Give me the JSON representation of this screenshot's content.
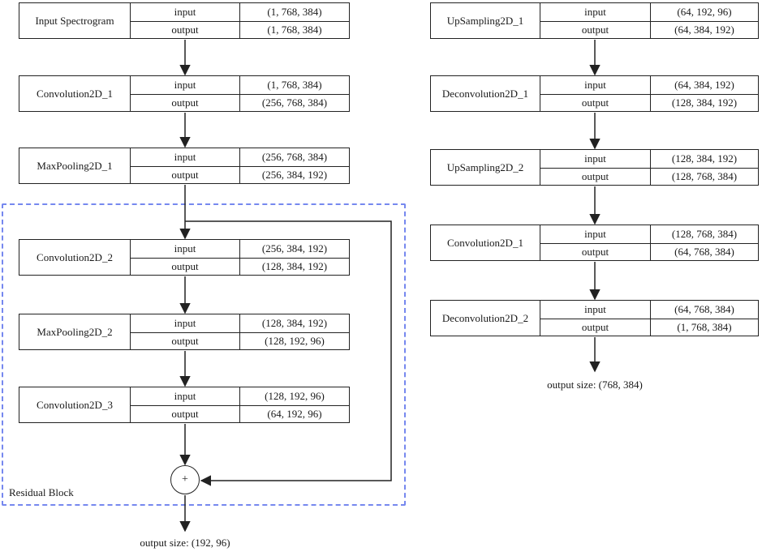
{
  "diagram": {
    "row_labels": {
      "input": "input",
      "output": "output"
    },
    "left": {
      "nodes": [
        {
          "label": "Input Spectrogram",
          "input": "(1, 768, 384)",
          "output": "(1, 768, 384)"
        },
        {
          "label": "Convolution2D_1",
          "input": "(1, 768, 384)",
          "output": "(256, 768, 384)"
        },
        {
          "label": "MaxPooling2D_1",
          "input": "(256, 768, 384)",
          "output": "(256, 384, 192)"
        },
        {
          "label": "Convolution2D_2",
          "input": "(256, 384, 192)",
          "output": "(128, 384, 192)"
        },
        {
          "label": "MaxPooling2D_2",
          "input": "(128, 384, 192)",
          "output": "(128, 192, 96)"
        },
        {
          "label": "Convolution2D_3",
          "input": "(128, 192, 96)",
          "output": "(64, 192, 96)"
        }
      ],
      "residual_block_label": "Residual Block",
      "plus_symbol": "+",
      "output_size_label": "output size: (192, 96)"
    },
    "right": {
      "nodes": [
        {
          "label": "UpSampling2D_1",
          "input": "(64, 192, 96)",
          "output": "(64, 384, 192)"
        },
        {
          "label": "Deconvolution2D_1",
          "input": "(64, 384, 192)",
          "output": "(128, 384, 192)"
        },
        {
          "label": "UpSampling2D_2",
          "input": "(128, 384, 192)",
          "output": "(128, 768, 384)"
        },
        {
          "label": "Convolution2D_1",
          "input": "(128, 768, 384)",
          "output": "(64, 768, 384)"
        },
        {
          "label": "Deconvolution2D_2",
          "input": "(64, 768, 384)",
          "output": "(1, 768, 384)"
        }
      ],
      "output_size_label": "output size: (768, 384)"
    },
    "colors": {
      "residual_border": "#7688ef",
      "line": "#222222"
    }
  }
}
